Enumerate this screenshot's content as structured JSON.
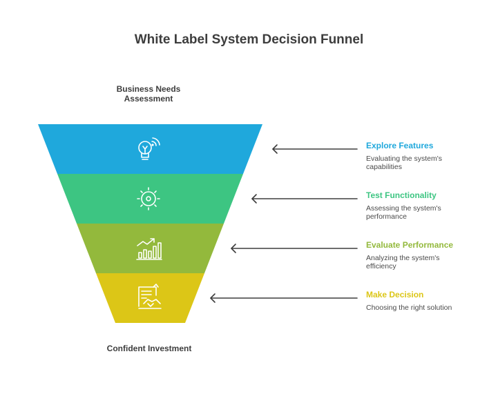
{
  "title": "White Label System Decision Funnel",
  "top_label": "Business Needs Assessment",
  "bottom_label": "Confident Investment",
  "stages": [
    {
      "title": "Explore Features",
      "description": "Evaluating the system's capabilities",
      "color": "#1fa8dc",
      "icon": "lightbulb-wifi-icon"
    },
    {
      "title": "Test Functionality",
      "description": "Assessing the system's performance",
      "color": "#3dc582",
      "icon": "gear-sun-icon"
    },
    {
      "title": "Evaluate Performance",
      "description": "Analyzing the system's efficiency",
      "color": "#93b93c",
      "icon": "growth-chart-icon"
    },
    {
      "title": "Make Decision",
      "description": "Choosing the right solution",
      "color": "#dcc617",
      "icon": "contract-handshake-icon"
    }
  ]
}
